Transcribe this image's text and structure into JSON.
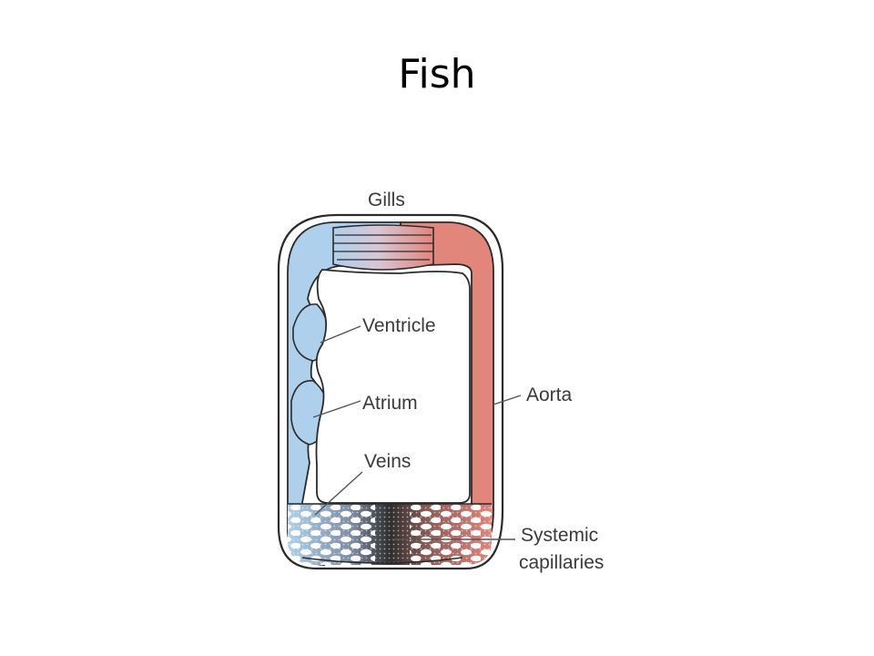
{
  "title": "Fish",
  "labels": {
    "gills": "Gills",
    "ventricle": "Ventricle",
    "atrium": "Atrium",
    "veins": "Veins",
    "aorta": "Aorta",
    "systemic_line1": "Systemic",
    "systemic_line2": "capillaries"
  },
  "colors": {
    "deoxygenated": "#aed0ec",
    "oxygenated": "#e2857a",
    "outline": "#2b2b2b"
  }
}
